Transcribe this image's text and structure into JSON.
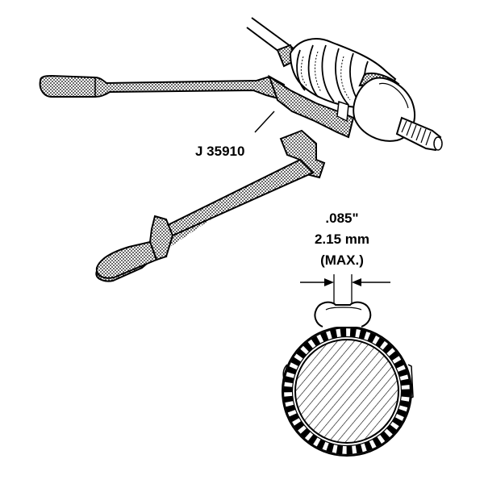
{
  "figure": {
    "tool_label": "J 35910",
    "spec": {
      "inch": ".085\"",
      "mm": "2.15 mm",
      "note": "(MAX.)"
    }
  }
}
